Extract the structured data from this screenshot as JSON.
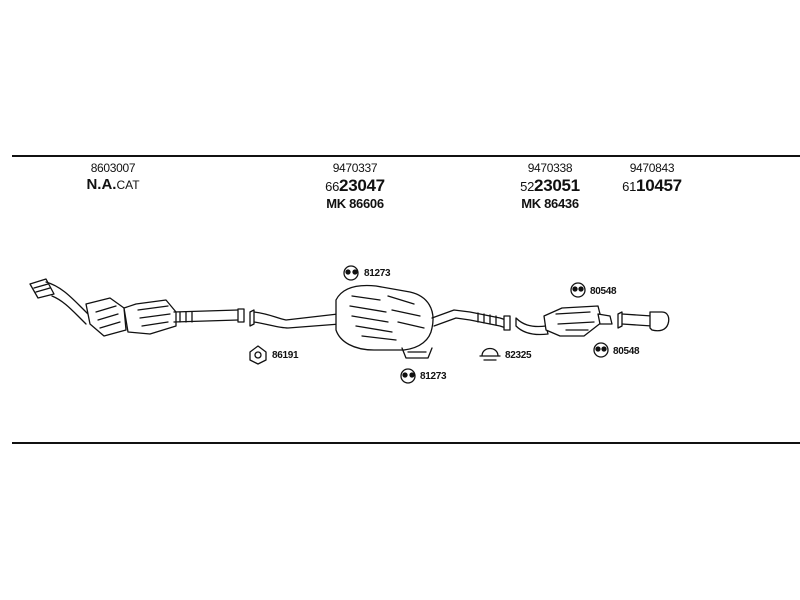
{
  "headers": {
    "cat": {
      "code": "8603007",
      "label": "N.A.",
      "suffix": "CAT"
    },
    "mid": {
      "code": "9470337",
      "prefix": "66",
      "main": "23047",
      "sub": "MK  86606"
    },
    "rear1": {
      "code": "9470338",
      "prefix": "52",
      "main": "23051",
      "sub": "MK  86436"
    },
    "rear2": {
      "code": "9470843",
      "prefix": "61",
      "main": "10457"
    }
  },
  "parts": {
    "mount_mid_top": "81273",
    "mount_mid_bottom": "81273",
    "gasket": "86191",
    "clamp": "82325",
    "mount_rear_top": "80548",
    "mount_rear_bottom": "80548"
  }
}
